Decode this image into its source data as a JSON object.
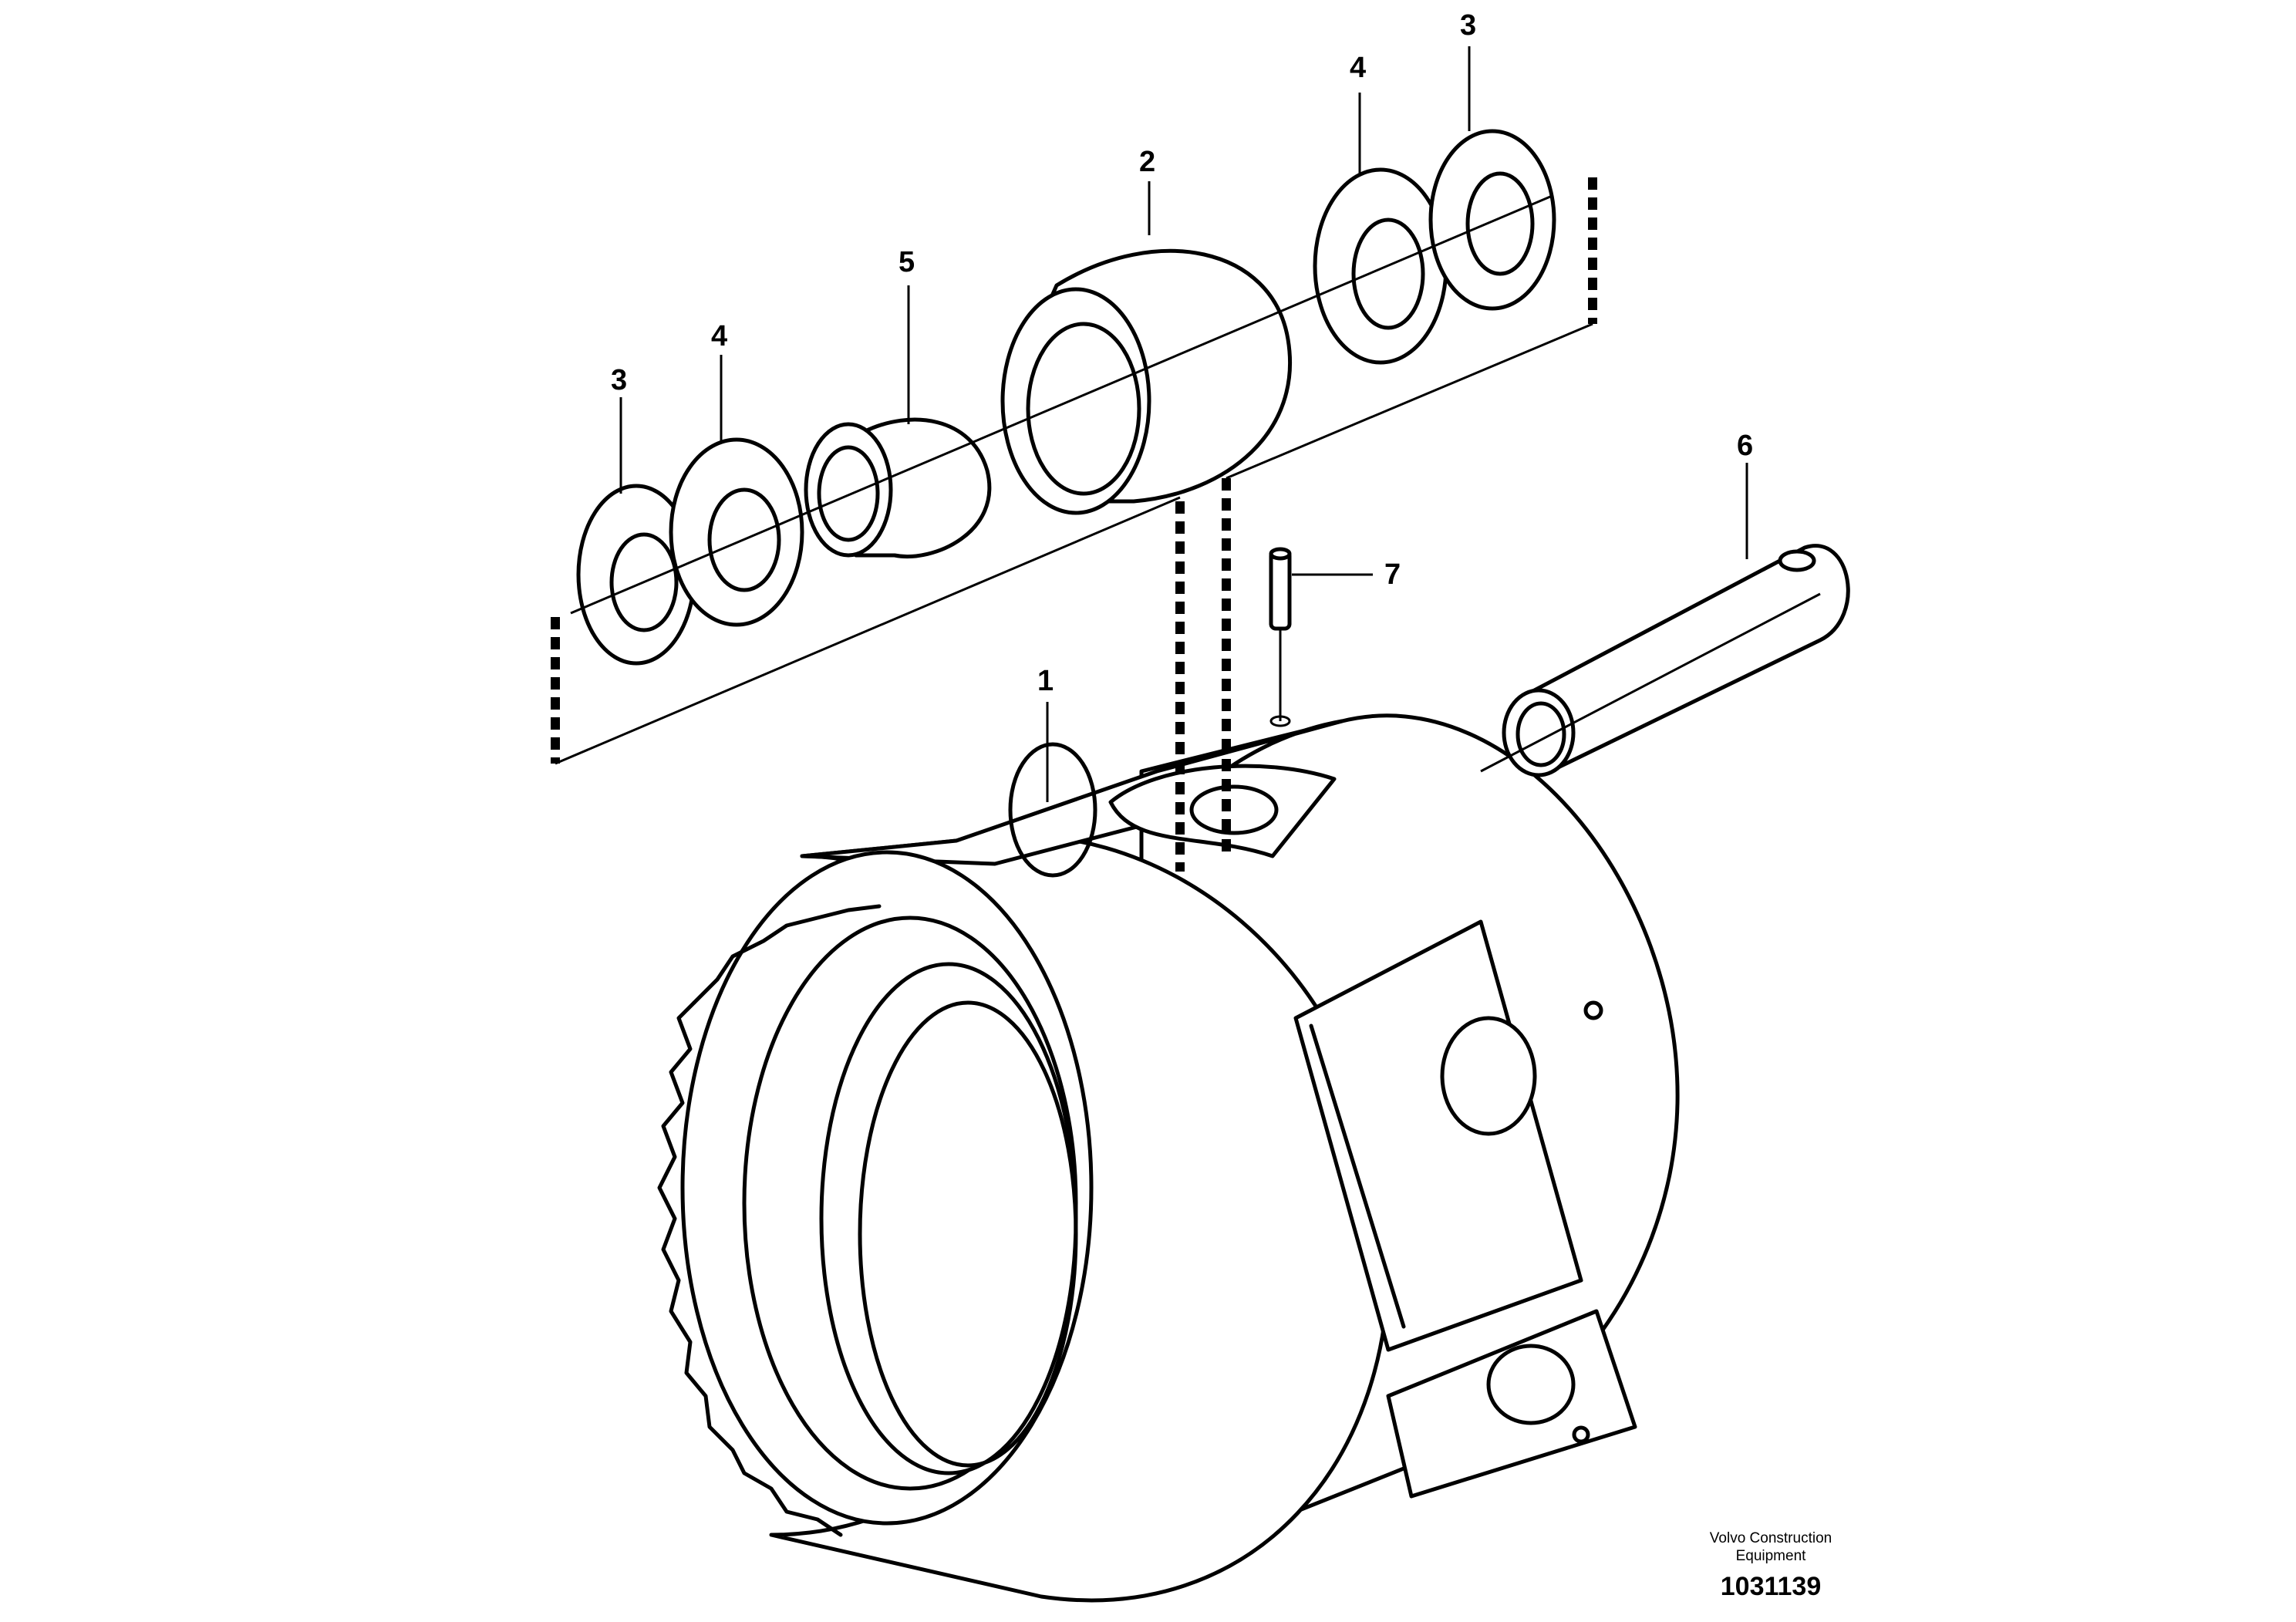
{
  "callouts": [
    {
      "id": "1",
      "label": "1",
      "part": "planet carrier"
    },
    {
      "id": "2",
      "label": "2",
      "part": "planet gear"
    },
    {
      "id": "3a",
      "label": "3",
      "part": "washer"
    },
    {
      "id": "3b",
      "label": "3",
      "part": "washer"
    },
    {
      "id": "4a",
      "label": "4",
      "part": "washer"
    },
    {
      "id": "4b",
      "label": "4",
      "part": "washer"
    },
    {
      "id": "5",
      "label": "5",
      "part": "bearing"
    },
    {
      "id": "6",
      "label": "6",
      "part": "shaft"
    },
    {
      "id": "7",
      "label": "7",
      "part": "pin"
    }
  ],
  "footer": {
    "maker_line1": "Volvo Construction",
    "maker_line2": "Equipment",
    "drawing_number": "1031139"
  }
}
